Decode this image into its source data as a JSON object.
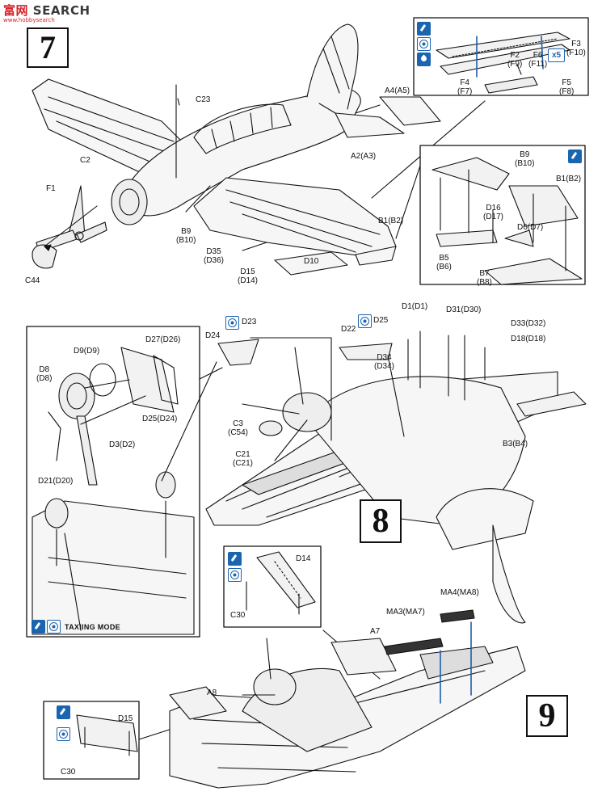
{
  "watermark": {
    "brand_left": "富",
    "brand_right": "SEARCH",
    "brand_mid": "网",
    "url": "www.hobbysearch"
  },
  "steps": {
    "s7": "7",
    "s8": "8",
    "s9": "9"
  },
  "colors": {
    "ink": "#111111",
    "icon_blue": "#1b64b0",
    "arrow_blue": "#1f5ea8",
    "watermark_red": "#d8232a"
  },
  "icons": {
    "paint": "brush-icon",
    "decal": "decal-icon",
    "drop": "cement-drop-icon",
    "x5": "x5"
  },
  "step7": {
    "main": {
      "c23": "C23",
      "a4": "A4(A5)",
      "a2": "A2(A3)",
      "c2": "C2",
      "f1": "F1",
      "c44": "C44",
      "b9": [
        "B9",
        "(B10)"
      ],
      "d35": [
        "D35",
        "(D36)"
      ],
      "d15": [
        "D15",
        "(D14)"
      ],
      "d10": "D10",
      "b1": "B1(B2)"
    },
    "inset_top": {
      "f3": [
        "F3",
        "(F10)"
      ],
      "f2": [
        "F2",
        "(F9)"
      ],
      "f6": [
        "F6",
        "(F11)"
      ],
      "f4": [
        "F4",
        "(F7)"
      ],
      "f5": [
        "F5",
        "(F8)"
      ]
    },
    "inset_right": {
      "b9": [
        "B9",
        "(B10)"
      ],
      "b1": "B1(B2)",
      "d16": [
        "D16",
        "(D17)"
      ],
      "d6": "D6(D7)",
      "b5": [
        "B5",
        "(B6)"
      ],
      "b7": [
        "B7",
        "(B8)"
      ]
    }
  },
  "step8": {
    "main": {
      "d24": "D24",
      "d23": "D23",
      "d22": "D22",
      "d25": "D25",
      "d1": "D1(D1)",
      "d31": "D31(D30)",
      "d33": "D33(D32)",
      "d18": "D18(D18)",
      "d34": [
        "D34",
        "(D34)"
      ],
      "c3": [
        "C3",
        "(C54)"
      ],
      "c21": [
        "C21",
        "(C21)"
      ],
      "b3": "B3(B4)"
    },
    "inset_gear": {
      "d9": "D9(D9)",
      "d27": "D27(D26)",
      "d8": [
        "D8",
        "(D8)"
      ],
      "d25": "D25(D24)",
      "d3": "D3(D2)",
      "d21": "D21(D20)"
    },
    "taxiing": "TAXIING MODE"
  },
  "step9": {
    "main": {
      "a7": "A7",
      "a8": "A8",
      "ma3": "MA3(MA7)",
      "ma4": "MA4(MA8)"
    },
    "inset_mid": {
      "d14": "D14",
      "c30": "C30"
    },
    "inset_low": {
      "d15": "D15",
      "c30": "C30"
    }
  }
}
